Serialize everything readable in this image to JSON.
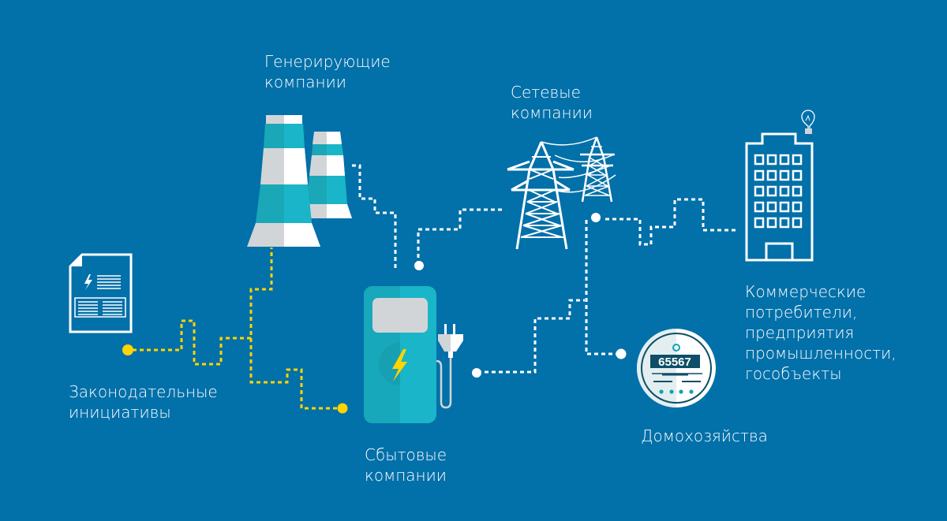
{
  "colors": {
    "background": "#0270a9",
    "white": "#ffffff",
    "teal": "#1ab5c8",
    "teal_dark": "#16a3b6",
    "grey": "#d2d5d8",
    "yellow": "#ffd400",
    "meter_dark": "#0d4f66",
    "meter_light": "#e3eef0",
    "meter_dot": "#13a2b3"
  },
  "nodes": {
    "generating": {
      "line1": "Генерирующие",
      "line2": "компании",
      "icon": "cooling-towers-icon"
    },
    "network": {
      "line1": "Сетевые",
      "line2": "компании",
      "icon": "power-pylon-icon"
    },
    "legislative": {
      "line1": "Законодательные",
      "line2": "инициативы",
      "icon": "document-icon"
    },
    "retail": {
      "line1": "Сбытовые",
      "line2": "компании",
      "icon": "charging-station-icon"
    },
    "households": {
      "line1": "Домохозяйства",
      "icon": "electric-meter-icon",
      "meter_reading": "65567"
    },
    "commercial": {
      "line1": "Коммерческие",
      "line2": "потребители,",
      "line3": "предприятия",
      "line4": "промышленности,",
      "line5": "гособъекты",
      "icon": "office-building-icon"
    }
  }
}
